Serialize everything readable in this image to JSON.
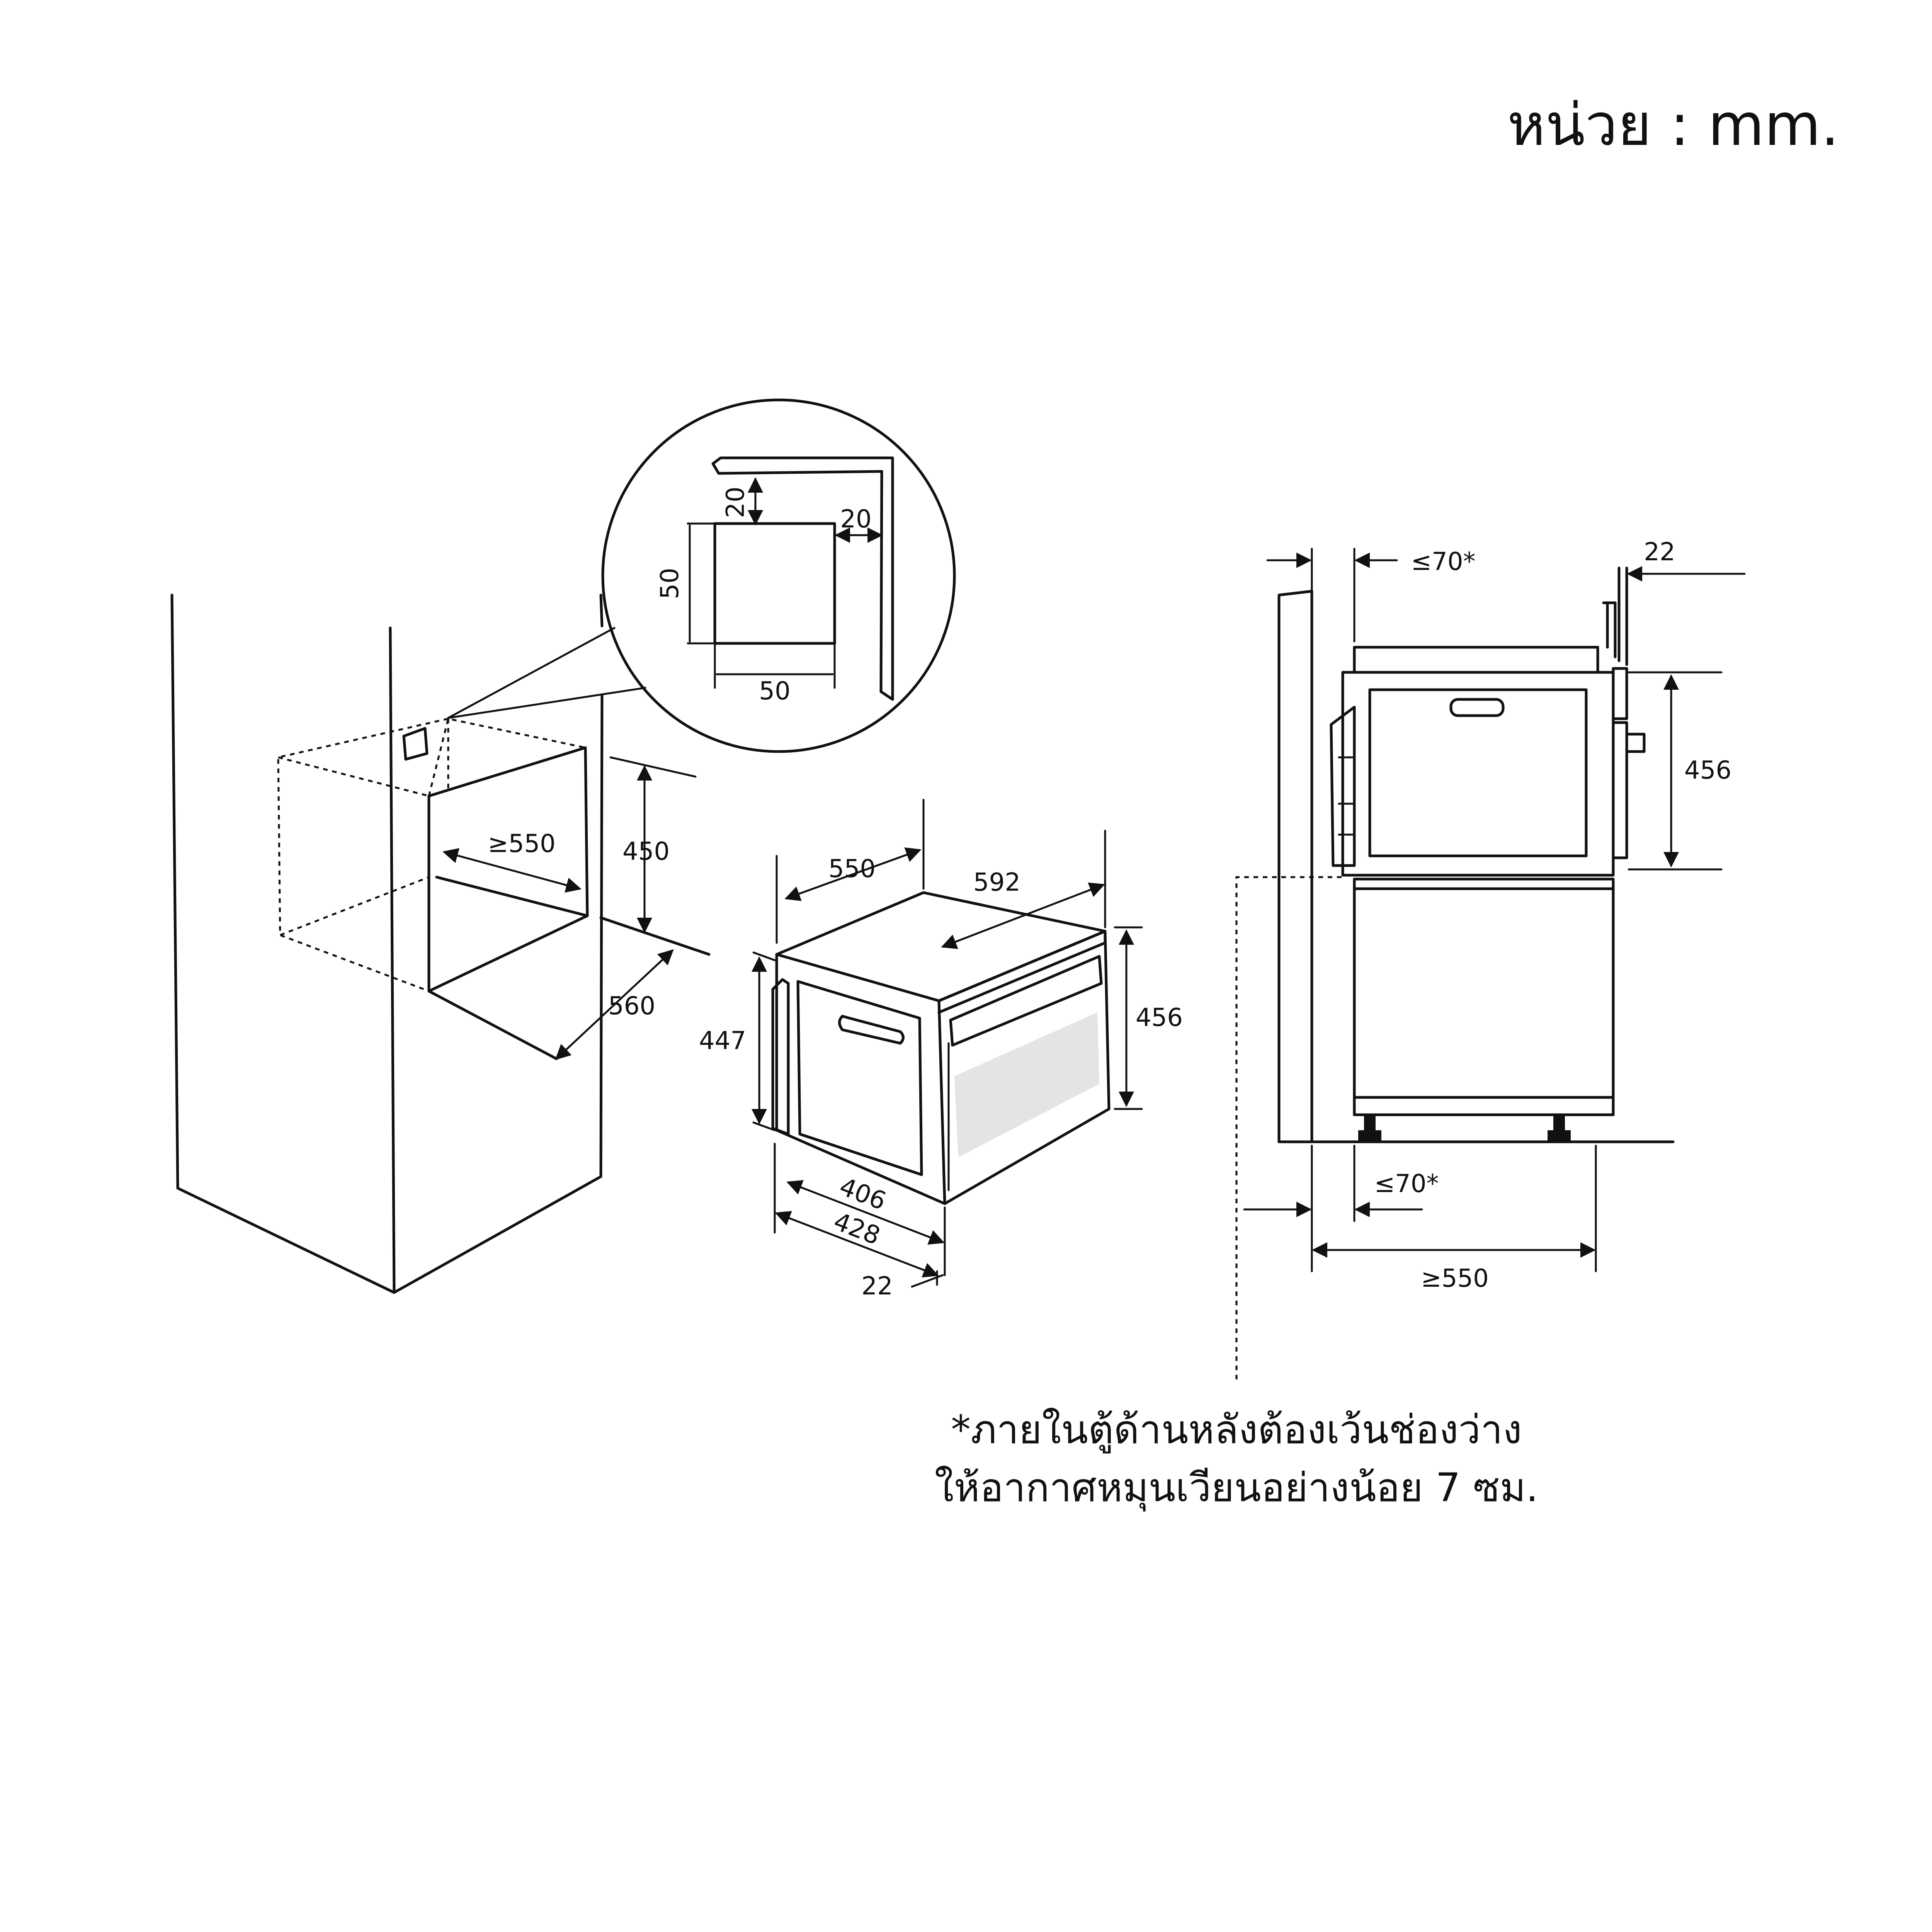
{
  "unit_label": "หน่วย : mm.",
  "detail_callout": {
    "dim_top": "20",
    "dim_side": "20",
    "dim_height": "50",
    "dim_width": "50"
  },
  "cabinet_niche": {
    "dim_depth": "≥550",
    "dim_height": "450",
    "dim_width": "560"
  },
  "oven_iso": {
    "dim_depth": "550",
    "dim_width": "592",
    "dim_front_height": "456",
    "dim_body_height": "447",
    "dim_406": "406",
    "dim_428": "428",
    "dim_22": "22"
  },
  "side_view": {
    "dim_top_gap": "≤70*",
    "dim_top_22": "22",
    "dim_height": "456",
    "dim_bottom_gap": "≤70*",
    "dim_depth": "≥550"
  },
  "note": {
    "line1": "*ภายในตู้ด้านหลังต้องเว้นช่องว่าง",
    "line2": "ให้อากาศหมุนเวียนอย่างน้อย 7 ซม."
  }
}
